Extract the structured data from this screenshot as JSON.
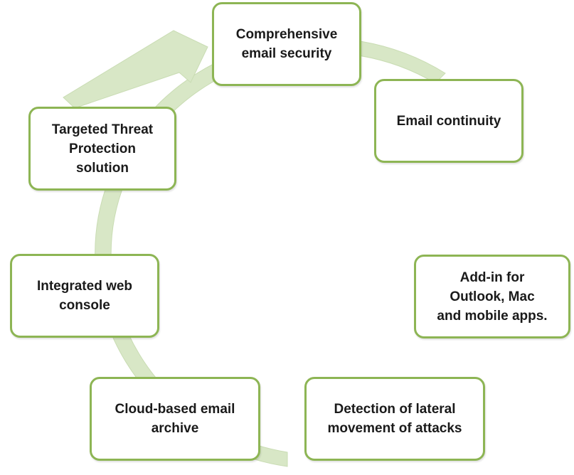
{
  "colors": {
    "node_border": "#8db554",
    "ring_fill": "#d8e7c6",
    "text": "#1a1a1a"
  },
  "cycle_direction": "clockwise",
  "nodes": [
    {
      "id": "comprehensive-email-security",
      "label": "Comprehensive\nemail security"
    },
    {
      "id": "email-continuity",
      "label": "Email continuity"
    },
    {
      "id": "add-in-outlook-mac-mobile",
      "label": "Add-in for\nOutlook, Mac\nand mobile apps."
    },
    {
      "id": "detection-lateral-movement",
      "label": "Detection of lateral\nmovement of attacks"
    },
    {
      "id": "cloud-email-archive",
      "label": "Cloud-based  email\narchive"
    },
    {
      "id": "integrated-web-console",
      "label": "Integrated web\nconsole"
    },
    {
      "id": "targeted-threat-protection",
      "label": "Targeted Threat\nProtection\nsolution"
    }
  ]
}
